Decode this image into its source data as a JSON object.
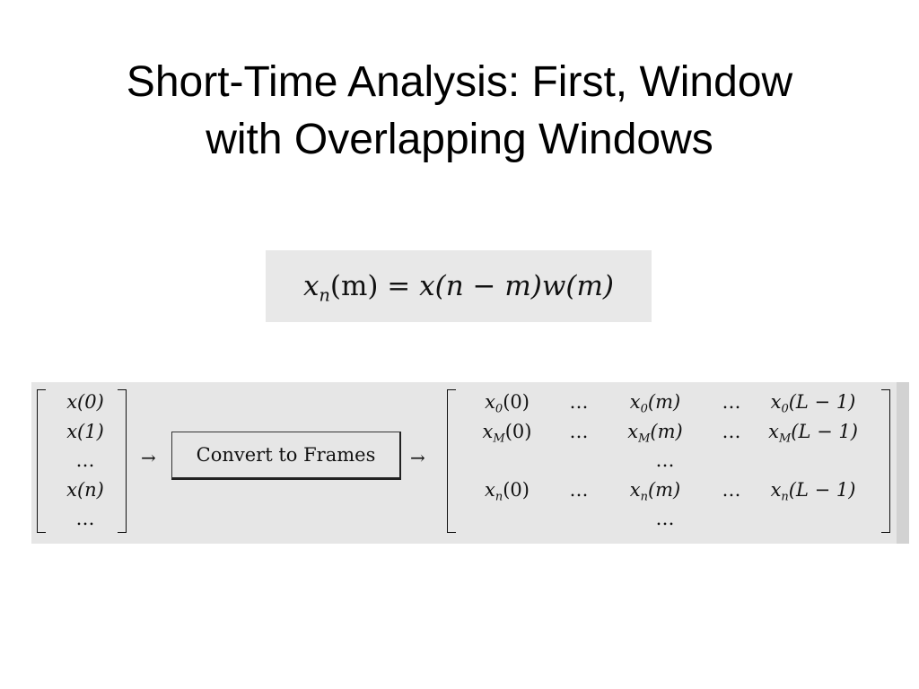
{
  "slide": {
    "title_line1": "Short-Time Analysis: First, Window",
    "title_line2": "with Overlapping Windows"
  },
  "equation": {
    "lhs_var": "x",
    "lhs_sub": "n",
    "lhs_arg": "(m)",
    "equals": " = ",
    "rhs": "x(n − m)w(m)"
  },
  "diagram": {
    "input_vector": [
      "x(0)",
      "x(1)",
      "…",
      "x(n)",
      "…"
    ],
    "arrow_symbol": "→",
    "process_label": "Convert to Frames",
    "ellipsis": "…",
    "matrix_rows": [
      {
        "sub": "0",
        "cells": [
          "(0)",
          "(m)",
          "(L − 1)"
        ]
      },
      {
        "sub": "M",
        "cells": [
          "(0)",
          "(m)",
          "(L − 1)"
        ]
      },
      {
        "sub": "n",
        "cells": [
          "(0)",
          "(m)",
          "(L − 1)"
        ]
      }
    ],
    "base_var": "x"
  },
  "colors": {
    "background": "#ffffff",
    "formula_bg": "#e8e8e8",
    "diagram_bg": "#e6e6e6"
  }
}
